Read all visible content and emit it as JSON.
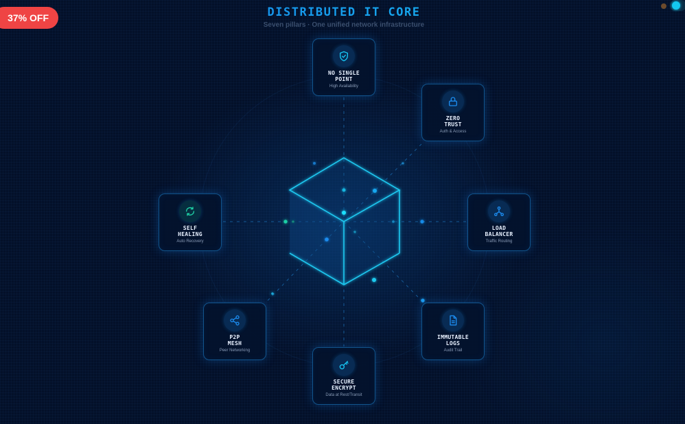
{
  "promo_badge": "37% OFF",
  "header": {
    "title": "DISTRIBUTED IT CORE",
    "subtitle": "Seven pillars · One unified network infrastructure"
  },
  "colors": {
    "accent": "#17c8f5",
    "accent_blue": "#1576e6",
    "badge": "#ef4444",
    "healing_green": "#1fd1a6",
    "background": "#031029"
  },
  "pillars": [
    {
      "id": "no-single-point",
      "title_line1": "NO SINGLE",
      "title_line2": "POINT",
      "subtitle": "High Availability",
      "icon": "shield-check-icon"
    },
    {
      "id": "zero-trust",
      "title_line1": "ZERO",
      "title_line2": "TRUST",
      "subtitle": "Auth & Access",
      "icon": "lock-icon"
    },
    {
      "id": "load-balancer",
      "title_line1": "LOAD",
      "title_line2": "BALANCER",
      "subtitle": "Traffic Routing",
      "icon": "network-icon"
    },
    {
      "id": "immutable-logs",
      "title_line1": "IMMUTABLE",
      "title_line2": "LOGS",
      "subtitle": "Audit Trail",
      "icon": "document-icon"
    },
    {
      "id": "secure-encrypt",
      "title_line1": "SECURE",
      "title_line2": "ENCRYPT",
      "subtitle": "Data at Rest/Transit",
      "icon": "key-icon"
    },
    {
      "id": "p2p-mesh",
      "title_line1": "P2P",
      "title_line2": "MESH",
      "subtitle": "Peer Networking",
      "icon": "share-icon"
    },
    {
      "id": "self-healing",
      "title_line1": "SELF",
      "title_line2": "HEALING",
      "subtitle": "Auto Recovery",
      "icon": "refresh-icon"
    }
  ]
}
